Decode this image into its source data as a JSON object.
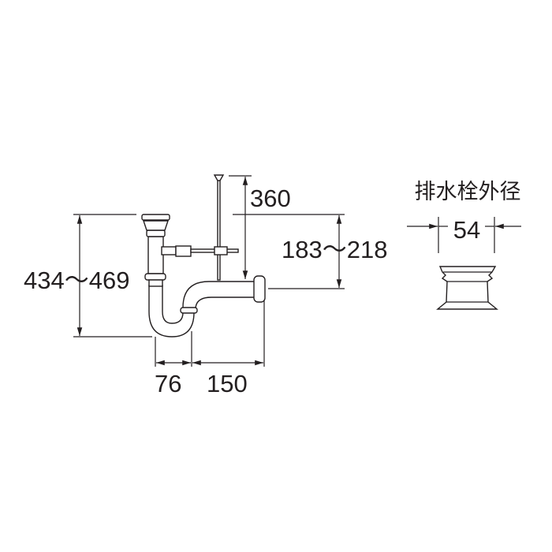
{
  "dimensions": {
    "rod_length": "360",
    "total_height": "434～469",
    "outlet_height": "183～218",
    "trap_width": "76",
    "outlet_depth": "150"
  },
  "detail": {
    "title": "排水栓外径",
    "diameter": "54"
  },
  "colors": {
    "line": "#231f20",
    "background": "#ffffff"
  }
}
